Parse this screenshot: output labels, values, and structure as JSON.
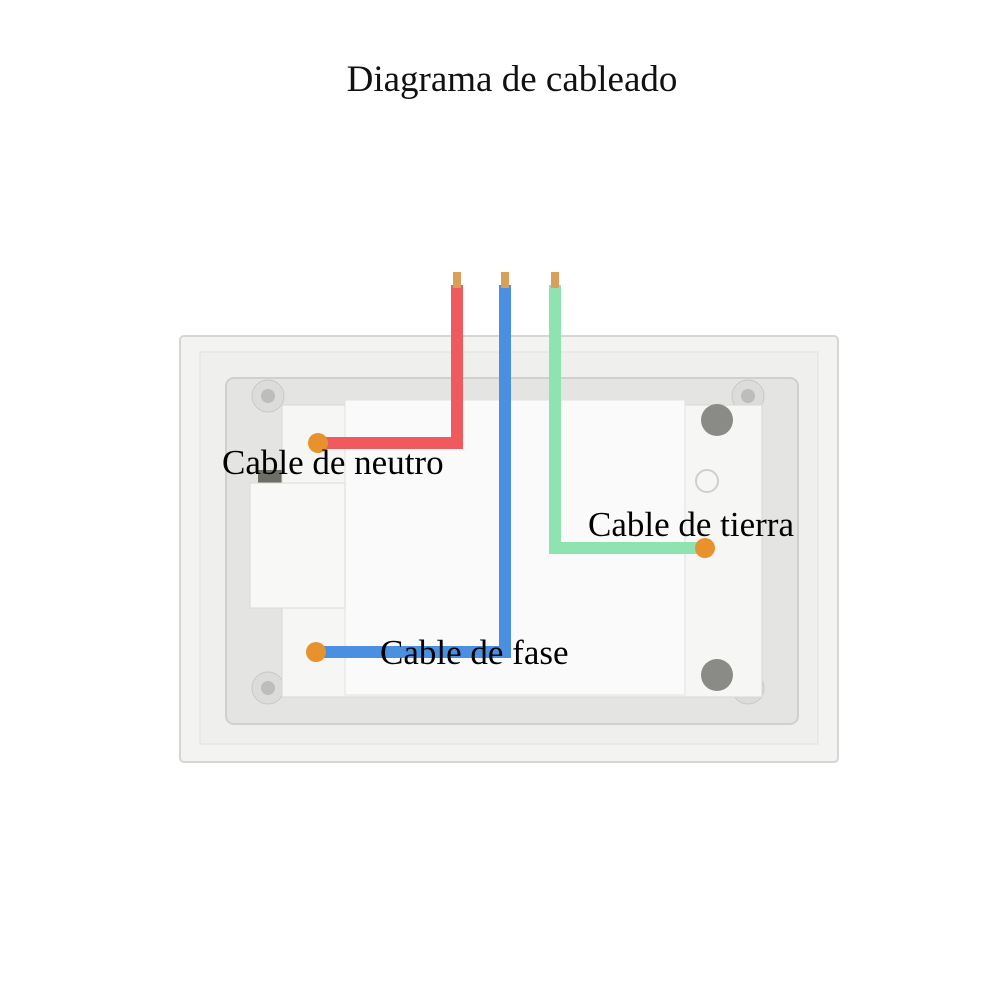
{
  "title": "Diagrama de cableado",
  "labels": {
    "neutral": "Cable de neutro",
    "ground": "Cable de tierra",
    "phase": "Cable de fase"
  },
  "wires": [
    {
      "id": "neutral",
      "color": "#ef5a5f"
    },
    {
      "id": "phase",
      "color": "#4a8fe0"
    },
    {
      "id": "ground",
      "color": "#8fe3b0"
    }
  ],
  "colors": {
    "terminal": "#e8922e",
    "copper": "#d9a05a",
    "plate": "#f4f4f2"
  }
}
